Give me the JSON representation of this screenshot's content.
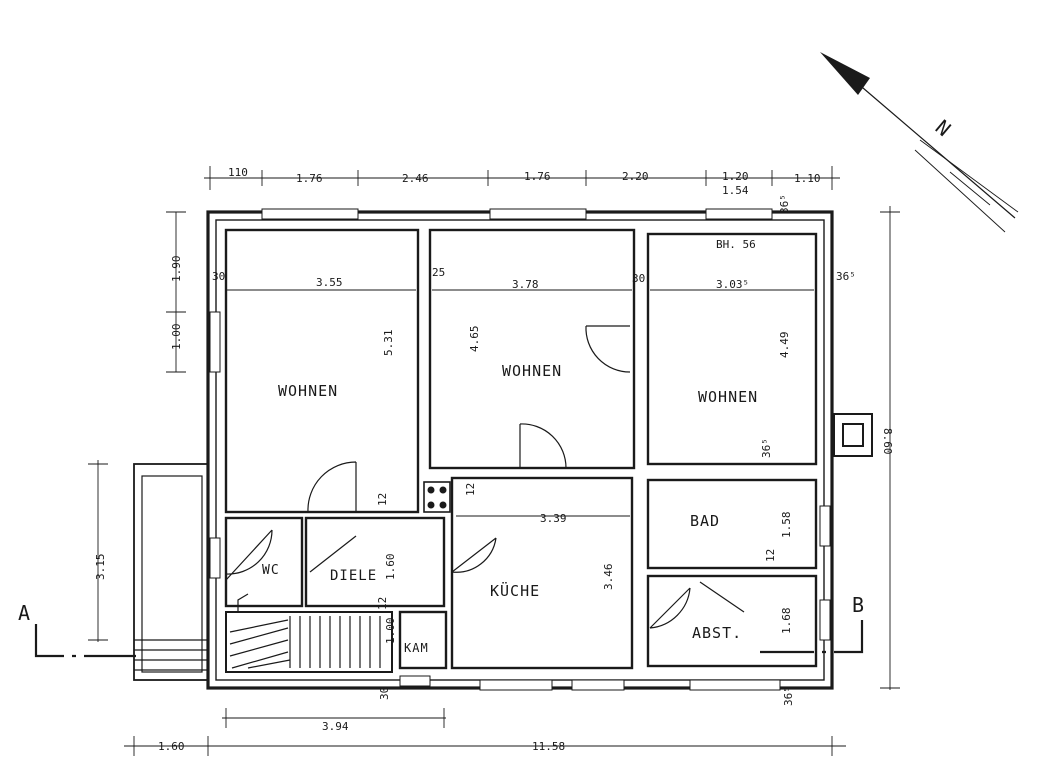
{
  "north_label": "N",
  "rooms": {
    "wohnen_left": "WOHNEN",
    "wohnen_mid": "WOHNEN",
    "wohnen_right": "WOHNEN",
    "kueche": "KÜCHE",
    "bad": "BAD",
    "abst": "ABST.",
    "wc": "WC",
    "diele": "DIELE",
    "kam": "KAM"
  },
  "top_dims": [
    "110",
    "1.76",
    "2.46",
    "1.76",
    "2.20",
    "1.20",
    "1.10"
  ],
  "top_dim_sub": "1.54",
  "left_dims": [
    "1.90",
    "1.00",
    "3.15"
  ],
  "right_dim": "8.60",
  "bottom_dims": {
    "stairs": "3.94",
    "porch": "1.60",
    "total": "11.58"
  },
  "interior_dims": {
    "w1_width": "3.55",
    "w1_depth": "5.31",
    "w2_width": "3.78",
    "w2_depth": "4.65",
    "w3_width": "3.03⁵",
    "w3_depth": "4.49",
    "k_width": "3.39",
    "k_depth": "3.46",
    "bad_depth": "1.58",
    "abst_depth": "1.68",
    "diele_depth": "1.60",
    "kam_depth": "1.00",
    "bh": "BH. 56",
    "wall_30a": "30",
    "wall_25": "25",
    "wall_30b": "30",
    "wall_365a": "36⁵",
    "wall_365b": "36⁵",
    "wall_365c": "36⁵",
    "wall_365d": "36⁵",
    "wall_12a": "12",
    "wall_12b": "12",
    "wall_12c": "12",
    "wall_12d": "12",
    "wall_30c": "30"
  },
  "section_marks": {
    "a": "A",
    "b": "B"
  }
}
